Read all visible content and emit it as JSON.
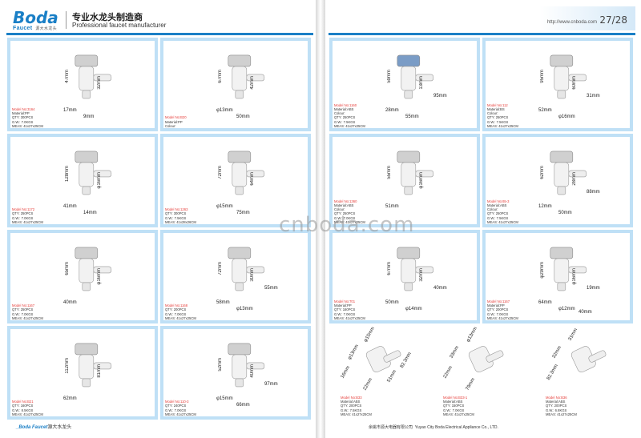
{
  "header": {
    "brand": "Boda",
    "brand_sub": "Faucet",
    "brand_sub_cn": "源大水龙头",
    "title_cn": "专业水龙头制造商",
    "title_en": "Professional faucet manufacturer",
    "url": "http://www.cnboda.com",
    "page_number": "27/28"
  },
  "footer": {
    "left_brand": "_Boda Faucet",
    "left_cn": "源大水龙头",
    "right_cn": "余姚市源大电器有限公司",
    "right_en": "Yuyao City Boda Electrical Appliance Co., LTD."
  },
  "watermark": "cnboda.com",
  "left_products": [
    {
      "model": "Model No:3164",
      "lines": [
        "Material:PP",
        "QTY: 300PCS",
        "G.W.: 7.0KGS",
        "MEAS: 41x27x25CM"
      ],
      "dims": [
        "47mm",
        "32mm",
        "17mm",
        "9mm"
      ]
    },
    {
      "model": "Model No:B20",
      "lines": [
        "Material:PP",
        "Colour:"
      ],
      "dims": [
        "67mm",
        "42mm",
        "φ13mm",
        "50mm"
      ]
    },
    {
      "model": "Model No:1172",
      "lines": [
        "QTY: 250PCS",
        "G.W.: 7.0KGS",
        "MEAS: 41x27x25CM"
      ],
      "dims": [
        "128mm",
        "φ16mm",
        "41mm",
        "14mm"
      ]
    },
    {
      "model": "Model No:1263",
      "lines": [
        "QTY: 300PCS",
        "G.W.: 7.5KGS",
        "MEAS: 41x28x26CM"
      ],
      "dims": [
        "72mm",
        "64mm",
        "φ15mm",
        "75mm"
      ]
    },
    {
      "model": "Model No:1167",
      "lines": [
        "QTY: 250PCS",
        "G.W.: 7.0KGS",
        "MEAS: 41x27x25CM"
      ],
      "dims": [
        "65mm",
        "φ16mm",
        "40mm"
      ]
    },
    {
      "model": "Model No:1168",
      "lines": [
        "QTY: 200PCS",
        "G.W.: 7.0KGS",
        "MEAS: 41x27x25CM"
      ],
      "dims": [
        "72mm",
        "30mm",
        "58mm",
        "φ13mm",
        "55mm"
      ]
    },
    {
      "model": "Model No:B21",
      "lines": [
        "QTY: 160PCS",
        "G.W.: 8.5KGS",
        "MEAS: 41x27x25CM"
      ],
      "dims": [
        "112mm",
        "81mm",
        "62mm"
      ]
    },
    {
      "model": "Model No:110-3",
      "lines": [
        "QTY: 240PCS",
        "G.W.: 7.0KGS",
        "MEAS: 41x27x25CM"
      ],
      "dims": [
        "52mm",
        "40mm",
        "φ15mm",
        "66mm",
        "97mm"
      ]
    }
  ],
  "right_products": [
    {
      "model": "Model No:1160",
      "lines": [
        "Material:ABS",
        "Colour:",
        "QTY: 250PCS",
        "G.W.: 7.5KGS",
        "MEAS: 41x27x25CM"
      ],
      "dims": [
        "59mm",
        "13mm",
        "28mm",
        "55mm",
        "95mm"
      ]
    },
    {
      "model": "Model No:112",
      "lines": [
        "Material:BS",
        "Colour:",
        "QTY: 250PCS",
        "G.W.: 7.5KGS",
        "MEAS: 41x27x25CM"
      ],
      "dims": [
        "95mm",
        "60mm",
        "52mm",
        "φ16mm",
        "31mm"
      ]
    },
    {
      "model": "Model No:1360",
      "lines": [
        "Material:ABS",
        "Colour:",
        "QTY: 250PCS",
        "G.W.: 7.0KGS",
        "MEAS: 41x27x25CM"
      ],
      "dims": [
        "55mm",
        "φ16mm",
        "51mm"
      ]
    },
    {
      "model": "Model No:65-3",
      "lines": [
        "Material:ABS",
        "Colour:",
        "QTY: 250PCS",
        "G.W.: 7.5KGS",
        "MEAS: 41x27x25CM"
      ],
      "dims": [
        "62mm",
        "28mm",
        "12mm",
        "50mm",
        "88mm"
      ]
    },
    {
      "model": "Model No:701",
      "lines": [
        "Material:PP",
        "QTY: 160PCS",
        "G.W.: 7.0KGS",
        "MEAS: 41x27x25CM"
      ],
      "dims": [
        "67mm",
        "32mm",
        "50mm",
        "φ14mm",
        "40mm"
      ]
    },
    {
      "model": "Model No:1167",
      "lines": [
        "Material:PP",
        "QTY: 200PCS",
        "G.W.: 7.0KGS",
        "MEAS: 41x27x25CM"
      ],
      "dims": [
        "φ29mm",
        "φ16mm",
        "64mm",
        "φ12mm",
        "19mm",
        "40mm"
      ]
    },
    {
      "model": "Model No:B33",
      "lines": [
        "Material:ABS",
        "QTY: 200PCS",
        "G.W.: 7.5KGS",
        "MEAS: 41x27x25CM"
      ],
      "dims": [
        "φ15mm",
        "φ13mm",
        "16mm",
        "22mm",
        "51mm",
        "82.3mm"
      ]
    },
    {
      "model": "Model No:B33-1",
      "lines": [
        "Material:ABS",
        "QTY: 150PCS",
        "G.W.: 7.0KGS",
        "MEAS: 41x27x25CM"
      ],
      "dims": [
        "φ13mm",
        "33mm",
        "22mm",
        "79mm"
      ]
    },
    {
      "model": "Model No:B36",
      "lines": [
        "Material:ABS",
        "QTY: 200PCS",
        "G.W.: 6.8KGS",
        "MEAS: 41x27x25CM"
      ],
      "dims": [
        "31mm",
        "32mm",
        "82.3mm"
      ]
    }
  ]
}
